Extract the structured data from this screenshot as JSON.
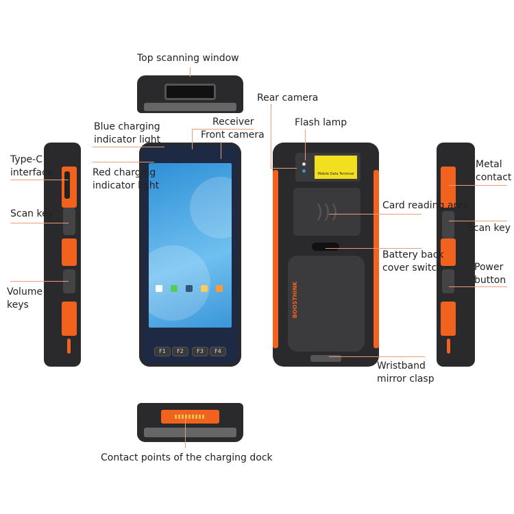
{
  "labels": {
    "top_scanning_window": "Top scanning window",
    "rear_camera": "Rear camera",
    "receiver": "Receiver",
    "front_camera": "Front camera",
    "blue_charging_1": "Blue charging",
    "blue_charging_2": "indicator light",
    "red_charging_1": "Red charging",
    "red_charging_2": "indicator light",
    "type_c_1": "Type-C",
    "type_c_2": "interface",
    "scan_key_left": "Scan key",
    "volume_1": "Volume",
    "volume_2": "keys",
    "flash_lamp": "Flash lamp",
    "card_reading": "Card reading area",
    "battery_1": "Battery back",
    "battery_2": "cover switch",
    "wristband_1": "Wristband",
    "wristband_2": "mirror clasp",
    "metal_1": "Metal",
    "metal_2": "contact",
    "scan_key_right": "Scan key",
    "power_1": "Power",
    "power_2": "button",
    "charging_dock": "Contact points of the charging dock"
  },
  "device": {
    "fkeys": [
      "F1",
      "F2",
      "F3",
      "F4"
    ],
    "brand": "BOOSTHINK",
    "back_sticker": "Mobile Data Terminal",
    "colors": {
      "body": "#2a2a2c",
      "accent": "#f0621e",
      "screen": "#2f8fd6"
    }
  }
}
